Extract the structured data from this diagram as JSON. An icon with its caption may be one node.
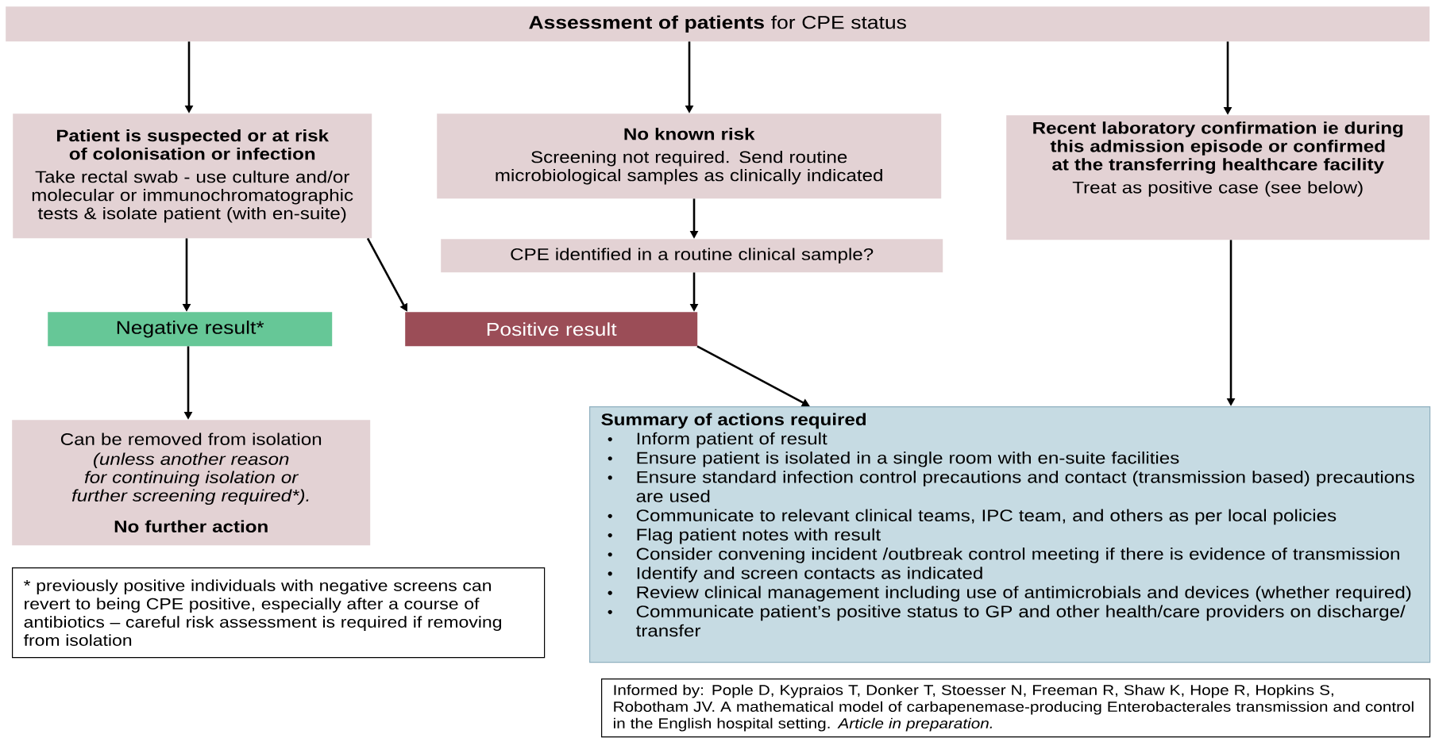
{
  "diagram": {
    "nodes": [
      {
        "text": [
          "**Assessment of patients** for CPE status"
        ]
      },
      {
        "text": [
          "Patient is suspected or at risk of colonisation or infection",
          "Take rectal swab - use culture and/or molecular or immunochromatographic tests & isolate patient (with en-suite)"
        ]
      },
      {
        "text": [
          "No known risk",
          "Screening not required. Send routine microbiological samples as clinically indicated"
        ]
      },
      {
        "text": [
          "Recent laboratory confirmation ie during this admission episode or confirmed at the transferring healthcare facility",
          "Treat as positive case (see below)"
        ]
      },
      {
        "text": [
          "CPE identified in a routine clinical sample?"
        ]
      },
      {
        "text": [
          "Negative result*"
        ]
      },
      {
        "text": [
          "Positive result"
        ]
      },
      {
        "text": [
          "Can be removed from isolation",
          "(unless another reason for continuing isolation or further screening required*).",
          "No further action"
        ]
      },
      {
        "text": [
          "Summary of actions required",
          "Inform patient of result",
          "Ensure patient is isolated in a single room with en-suite facilities",
          "Ensure standard infection control precautions and contact (transmission based) precautions are used",
          "Communicate to relevant clinical teams, IPC team, and others as per local policies",
          "Flag patient notes with result",
          "Consider convening incident /outbreak control meeting if there is evidence of transmission",
          "Identify and screen contacts as indicated",
          "Review clinical management including use of antimicrobials and devices (whether required)",
          "Communicate patient’s positive status to GP and other health/care providers on discharge/ transfer"
        ]
      },
      {
        "text": [
          "* previously positive individuals with negative screens can revert to being CPE positive, especially after a course of antibiotics – careful risk assessment is required if removing from isolation"
        ]
      },
      {
        "text": [
          "Informed by: Pople D, Kypraios T, Donker T, Stoesser N, Freeman R, Shaw K, Hope R, Hopkins S, Robotham JV. A mathematical model of carbapenemase-producing Enterobacterales transmission and control in the English hospital setting. *Article in preparation.*"
        ]
      }
    ],
    "edges": [
      {
        "from": 0,
        "to": 1,
        "arrow": "to"
      },
      {
        "from": 0,
        "to": 2,
        "arrow": "to"
      },
      {
        "from": 0,
        "to": 3,
        "arrow": "to"
      },
      {
        "from": 2,
        "to": 4,
        "arrow": "to"
      },
      {
        "from": 4,
        "to": 6,
        "arrow": "to"
      },
      {
        "from": 1,
        "to": 5,
        "arrow": "to"
      },
      {
        "from": 1,
        "to": 6,
        "arrow": "to"
      },
      {
        "from": 5,
        "to": 7,
        "arrow": "to"
      },
      {
        "from": 6,
        "to": 8,
        "arrow": "to"
      },
      {
        "from": 3,
        "to": 8,
        "arrow": "to"
      }
    ]
  }
}
